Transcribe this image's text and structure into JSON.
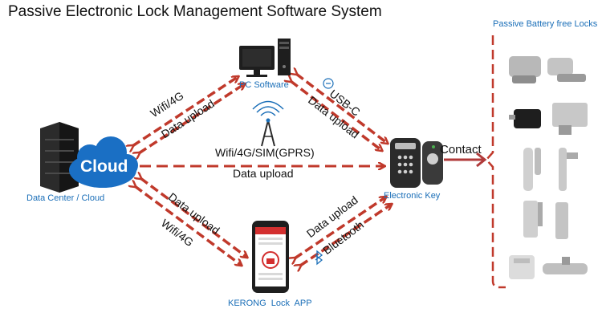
{
  "title": "Passive Electronic Lock Management Software System",
  "nodes": {
    "cloud": {
      "label": "Data Center / Cloud",
      "badge": "Cloud"
    },
    "pc": {
      "label": "PC Software"
    },
    "app": {
      "label": "KERONG  Lock  APP"
    },
    "key": {
      "label": "Electronic Key"
    }
  },
  "edges": {
    "cloud_pc": {
      "top": "Wifi/4G",
      "bottom": "Data upload"
    },
    "cloud_key": {
      "top": "Wifi/4G/SIM(GPRS)",
      "bottom": "Data upload"
    },
    "cloud_app": {
      "top": "Data upload",
      "bottom": "Wifi/4G"
    },
    "pc_key": {
      "top": "USB-C",
      "bottom": "Data upload"
    },
    "app_key": {
      "top": "Data upload",
      "bottom": "Bluetooth"
    },
    "key_locks": {
      "label": "Contact"
    }
  },
  "locks_panel": {
    "title": "Passive Battery free Locks"
  },
  "colors": {
    "arrow": "#c0392b",
    "label_blue": "#1b6fb8",
    "dark": "#1e1e1e"
  }
}
